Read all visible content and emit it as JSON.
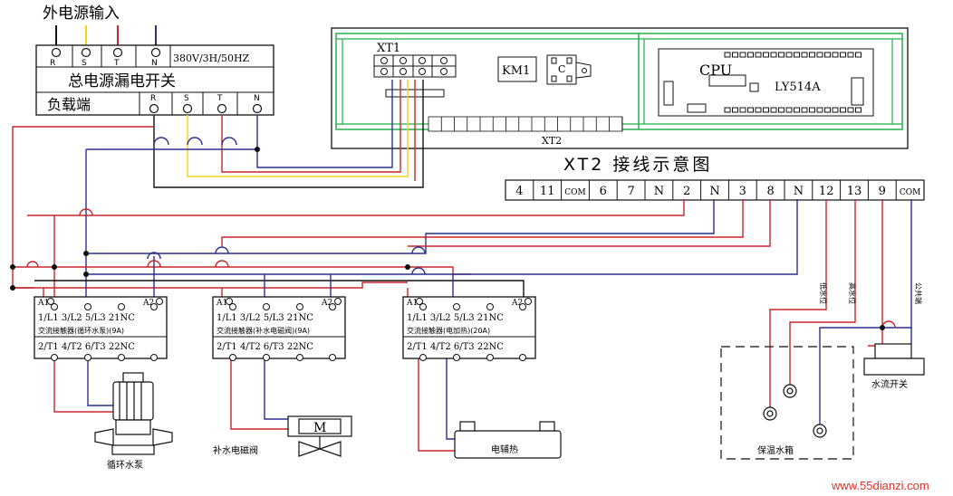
{
  "title_input": "外电源输入",
  "input_phases": [
    "R",
    "S",
    "T",
    "N"
  ],
  "voltage_spec": "380V/3H/50HZ",
  "breaker_label": "总电源漏电开关",
  "load_label": "负载端",
  "load_phases": [
    "R",
    "S",
    "T",
    "N"
  ],
  "controller": {
    "xt1": "XT1",
    "km1": "KM1",
    "c_label": "C",
    "cpu": "CPU",
    "model": "LY514A",
    "xt2": "XT2"
  },
  "xt2_title": "XT2 接线示意图",
  "xt2_terminals": [
    "4",
    "11",
    "COM",
    "6",
    "7",
    "N",
    "2",
    "N",
    "3",
    "8",
    "N",
    "12",
    "13",
    "9",
    "COM"
  ],
  "contactors": [
    {
      "pins": "1/L1 3/L2 5/L3 21NC",
      "desc": "交流接触器(循环水泵)(9A)",
      "out": "2/T1 4/T2 6/T3 22NC"
    },
    {
      "pins": "1/L1 3/L2 5/L3 21NC",
      "desc": "交流接触器(补水电磁阀)(9A)",
      "out": "2/T1 4/T2 6/T3 22NC"
    },
    {
      "pins": "1/L1 3/L2 5/L3 21NC",
      "desc": "交流接触器(电加热)(20A)",
      "out": "2/T1 4/T2 6/T3 22NC"
    }
  ],
  "coil_a1": "A1",
  "coil_a2": "A2",
  "loads": {
    "pump": "循环水泵",
    "valve": "补水电磁阀",
    "heater": "电辅热",
    "tank": "保温水箱",
    "flow_switch": "水流开关"
  },
  "probe_labels": {
    "low": "低水位",
    "high": "高水位",
    "common": "公共端"
  },
  "solenoid_letter": "M",
  "watermark": "www.55dianzi.com",
  "colors": {
    "red": "#c8262c",
    "blue": "#2b2f8e",
    "yellow": "#f2d31b",
    "green": "#22b14c",
    "black": "#111111"
  }
}
